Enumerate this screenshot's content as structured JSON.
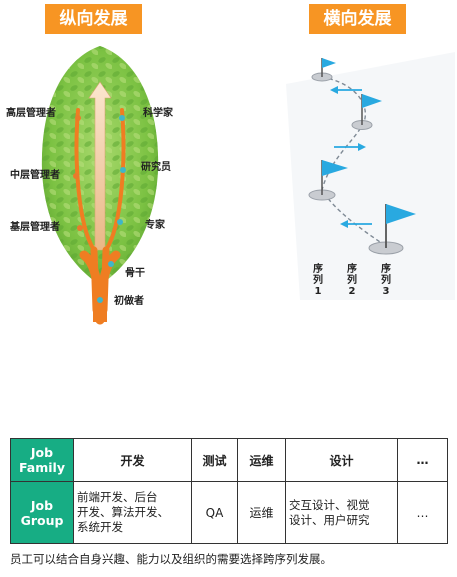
{
  "headers": {
    "vertical": "纵向发展",
    "horizontal": "横向发展"
  },
  "tree": {
    "left_labels": [
      "高层管理者",
      "中层管理者",
      "基层管理者"
    ],
    "right_labels": [
      "科学家",
      "研究员",
      "专家",
      "骨干"
    ],
    "bottom_label": "初做者"
  },
  "sequences": [
    {
      "char1": "序",
      "char2": "列",
      "num": "1"
    },
    {
      "char1": "序",
      "char2": "列",
      "num": "2"
    },
    {
      "char1": "序",
      "char2": "列",
      "num": "3"
    }
  ],
  "table": {
    "job_family_label": [
      "Job",
      "Family"
    ],
    "job_group_label": [
      "Job",
      "Group"
    ],
    "families": [
      "开发",
      "测试",
      "运维",
      "设计",
      "…"
    ],
    "groups": [
      [
        "前端开发、后台",
        "开发、算法开发、",
        "系统开发"
      ],
      [
        "QA"
      ],
      [
        "运维"
      ],
      [
        "交互设计、视觉",
        "设计、用户研究"
      ],
      [
        "…"
      ]
    ]
  },
  "footnote": "员工可以结合自身兴趣、能力以及组织的需要选择跨序列发展。",
  "colors": {
    "accent_orange": "#f79523",
    "table_teal": "#17ad84",
    "leaf_green": "#7cc243",
    "flag_blue": "#29a9e0"
  }
}
